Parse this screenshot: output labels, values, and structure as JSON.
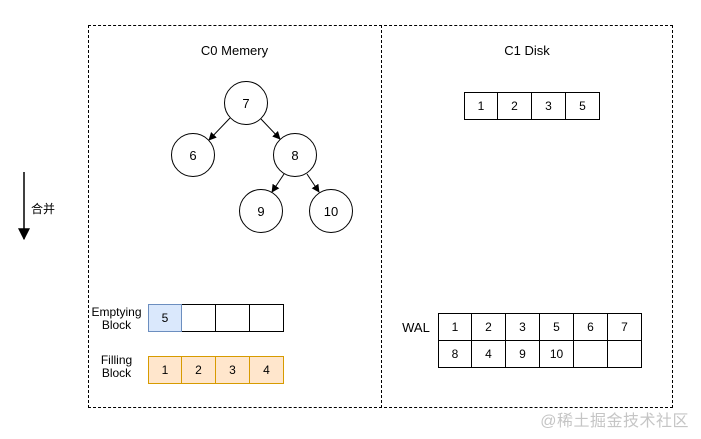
{
  "merge": {
    "label": "合并"
  },
  "watermark": {
    "text": "@稀土掘金技术社区"
  },
  "left_panel": {
    "title": "C0 Memery",
    "tree_nodes": [
      {
        "label": "7"
      },
      {
        "label": "6"
      },
      {
        "label": "8"
      },
      {
        "label": "9"
      },
      {
        "label": "10"
      }
    ],
    "emptying_block": {
      "label_line1": "Emptying",
      "label_line2": "Block",
      "cells": [
        "5",
        "",
        "",
        ""
      ]
    },
    "filling_block": {
      "label_line1": "Filling",
      "label_line2": "Block",
      "cells": [
        "1",
        "2",
        "3",
        "4"
      ]
    }
  },
  "right_panel": {
    "title": "C1 Disk",
    "disk_array": {
      "cells": [
        "1",
        "2",
        "3",
        "5"
      ]
    },
    "wal": {
      "label": "WAL",
      "rows": [
        [
          "1",
          "2",
          "3",
          "5",
          "6",
          "7"
        ],
        [
          "8",
          "4",
          "9",
          "10",
          "",
          ""
        ]
      ]
    }
  },
  "colors": {
    "emptying_fill": "#dae8fc",
    "emptying_border": "#6c8ebf",
    "filling_fill": "#ffe6cc",
    "filling_border": "#d79b00",
    "watermark": "#c5c5c5"
  }
}
